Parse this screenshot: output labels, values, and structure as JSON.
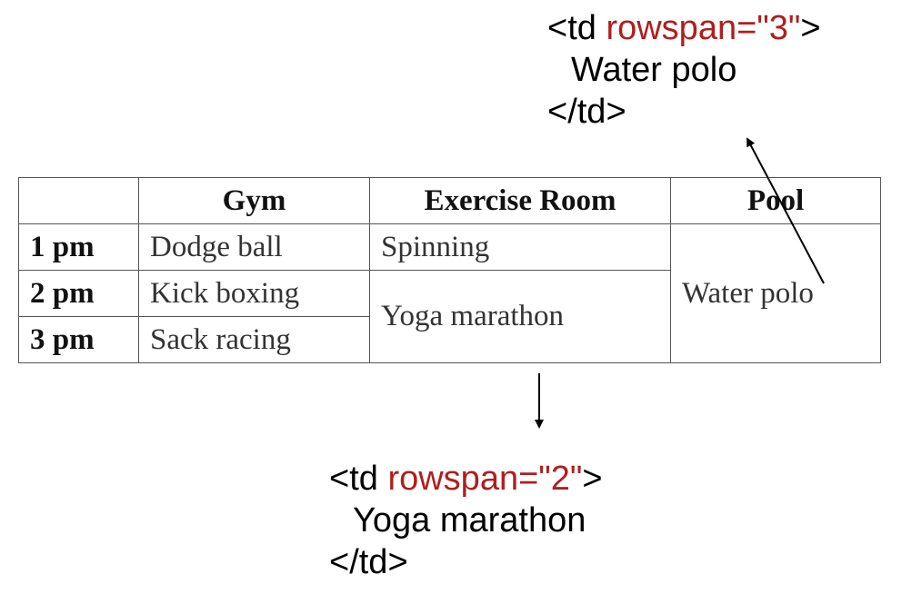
{
  "annotation_top": {
    "open_prefix": "<td ",
    "attr": "rowspan=\"3\"",
    "open_suffix": ">",
    "content": "Water polo",
    "close": "</td>"
  },
  "annotation_bottom": {
    "open_prefix": "<td ",
    "attr": "rowspan=\"2\"",
    "open_suffix": ">",
    "content": "Yoga marathon",
    "close": "</td>"
  },
  "table": {
    "headers": [
      "",
      "Gym",
      "Exercise Room",
      "Pool"
    ],
    "rows": [
      {
        "time": "1 pm",
        "gym": "Dodge ball",
        "exercise": "Spinning",
        "pool": "Water polo"
      },
      {
        "time": "2 pm",
        "gym": "Kick boxing",
        "exercise": "Yoga marathon"
      },
      {
        "time": "3 pm",
        "gym": "Sack racing"
      }
    ]
  },
  "colors": {
    "attr": "#b01e1e",
    "border": "#555555",
    "text": "#222222"
  }
}
